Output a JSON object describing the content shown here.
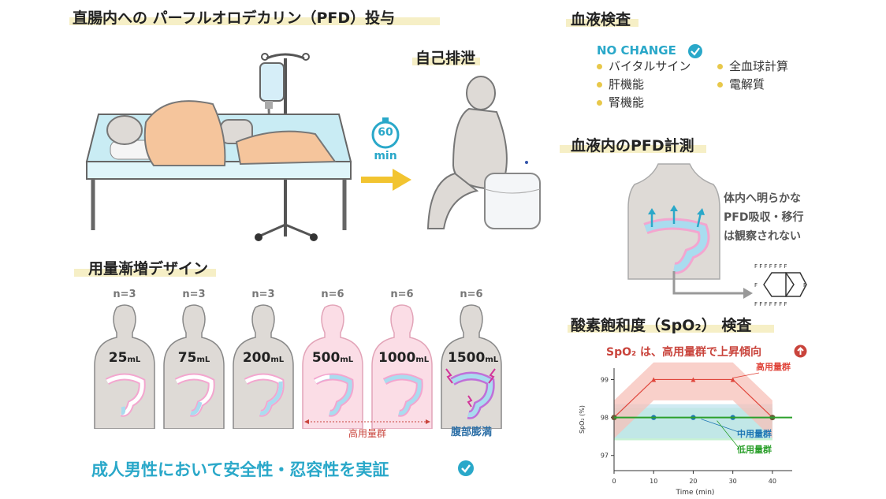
{
  "titles": {
    "main": "直腸内への パーフルオロデカリン（PFD）投与",
    "self_excretion": "自己排泄",
    "dose_design": "用量漸増デザイン",
    "blood_test": "血液検査",
    "pfd_measure": "血液内のPFD計測",
    "spo2": "酸素飽和度（SpO₂） 検査"
  },
  "timer": {
    "value": "60",
    "unit": "min"
  },
  "blood_test": {
    "status": "NO CHANGE",
    "items_left": [
      "バイタルサイン",
      "肝機能",
      "腎機能"
    ],
    "items_right": [
      "全血球計算",
      "電解質"
    ]
  },
  "pfd_note": [
    "体内へ明らかな",
    "PFD吸収・移行",
    "は観察されない"
  ],
  "molecule_label": "F",
  "doses": [
    {
      "n": "n=3",
      "value": "25",
      "unit": "mL",
      "group": "low"
    },
    {
      "n": "n=3",
      "value": "75",
      "unit": "mL",
      "group": "low"
    },
    {
      "n": "n=3",
      "value": "200",
      "unit": "mL",
      "group": "low"
    },
    {
      "n": "n=6",
      "value": "500",
      "unit": "mL",
      "group": "high"
    },
    {
      "n": "n=6",
      "value": "1000",
      "unit": "mL",
      "group": "high"
    },
    {
      "n": "n=6",
      "value": "1500",
      "unit": "mL",
      "group": "high"
    }
  ],
  "high_group_label": "高用量群",
  "bloating_label": "腹部膨満",
  "conclusion": "成人男性において安全性・忍容性を実証",
  "spo2_note": "SpO₂ は、高用量群で上昇傾向",
  "chart_data": {
    "type": "line",
    "xlabel": "Time (min)",
    "ylabel": "SpO₂ (%)",
    "x": [
      0,
      10,
      20,
      30,
      40
    ],
    "xlim": [
      0,
      45
    ],
    "ylim": [
      96.6,
      99.3
    ],
    "yticks": [
      97,
      98,
      99
    ],
    "series": [
      {
        "name": "高用量群",
        "values": [
          98,
          99,
          99,
          99,
          98
        ],
        "color": "#e0463c",
        "band": "#f7c0b8"
      },
      {
        "name": "中用量群",
        "values": [
          98,
          98,
          98,
          98,
          98
        ],
        "color": "#1f77b4",
        "band": "#bfe3ee"
      },
      {
        "name": "低用量群",
        "values": [
          98,
          98,
          98,
          98,
          98
        ],
        "color": "#2ca02c",
        "band": "#b4ecc4"
      }
    ]
  },
  "colors": {
    "teal": "#2aa8c9",
    "pink": "#f3a6cf",
    "blue_colon": "#a9dcef",
    "skin": "#dedad6",
    "highlight": "#f6efc6",
    "red": "#c9443c"
  }
}
